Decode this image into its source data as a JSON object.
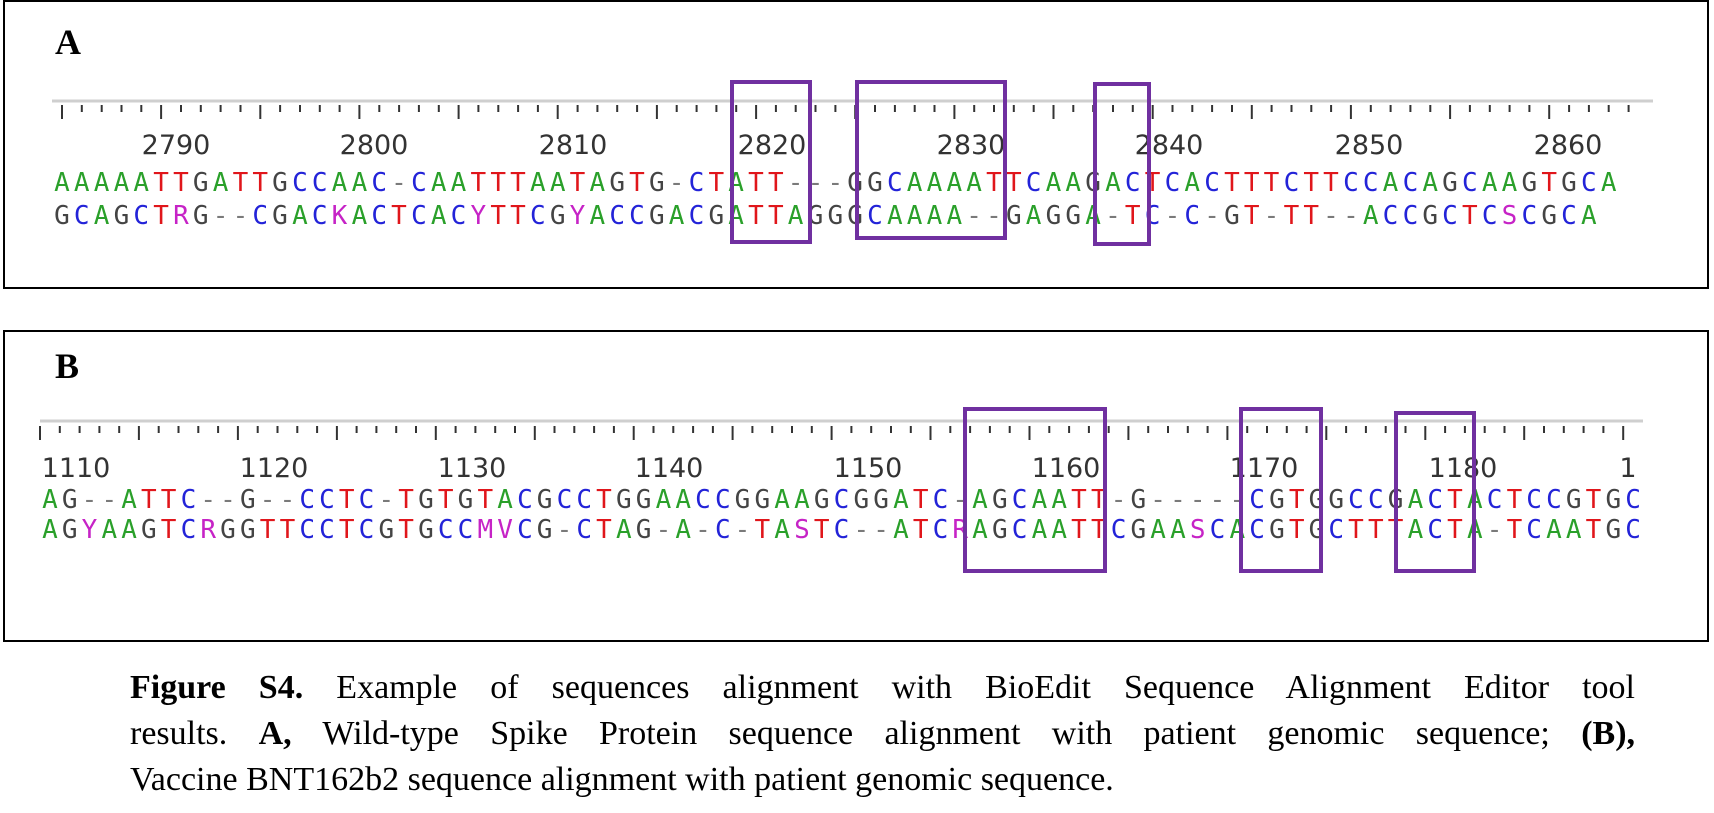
{
  "panels": [
    {
      "id": "A",
      "label": "A",
      "ruler_numbers": [
        "2790",
        "2800",
        "2810",
        "2820",
        "2830",
        "2840",
        "2850",
        "2860"
      ],
      "seq1": "AAAAATTGATTGCCAAC-CAATTTAATAGTG-CTATT---GGCAAAATTCAAGACTCACTTTCTTCCACAGCAAGTGCA",
      "seq2": "GCAGCTRG--CGACKACTCACYTTCGYACCGACGATTAGGGCAAAA--GAGGA-TC-C-GT-TT--ACCGCTCSCGCA"
    },
    {
      "id": "B",
      "label": "B",
      "ruler_numbers": [
        "1110",
        "1120",
        "1130",
        "1140",
        "1150",
        "1160",
        "1170",
        "1180",
        "1"
      ],
      "seq1": "AG--ATTC--G--CCTC-TGTGTACGCCTGGAACCGGAAGCGGATC-AGCAATT-G-----CGTGGCCGACTACTCCGTGC",
      "seq2": "AGYAAGTCRGGTTCCTCGTGCCMVCG-CTAG-A-C-TASTC--ATCRAGCAATTCGAASCACGTGCTTTACTA-TCAATGC"
    }
  ],
  "caption": {
    "title": "Figure S4.",
    "line1": "Example of sequences alignment with BioEdit Sequence Alignment Editor tool",
    "line2_a": "results.",
    "line2_A": "A,",
    "line2_b": "Wild-type Spike Protein sequence alignment with patient genomic sequence;",
    "line2_B": "(B),",
    "line3": "Vaccine BNT162b2 sequence alignment with patient genomic sequence."
  },
  "colors": {
    "A": "#2aa02a",
    "C": "#2323d8",
    "G": "#444444",
    "T": "#e0161b",
    "ambiguous": "#c623c6",
    "gap": "#7a7a7a",
    "box": "#7030a0",
    "ruler": "#333333"
  }
}
